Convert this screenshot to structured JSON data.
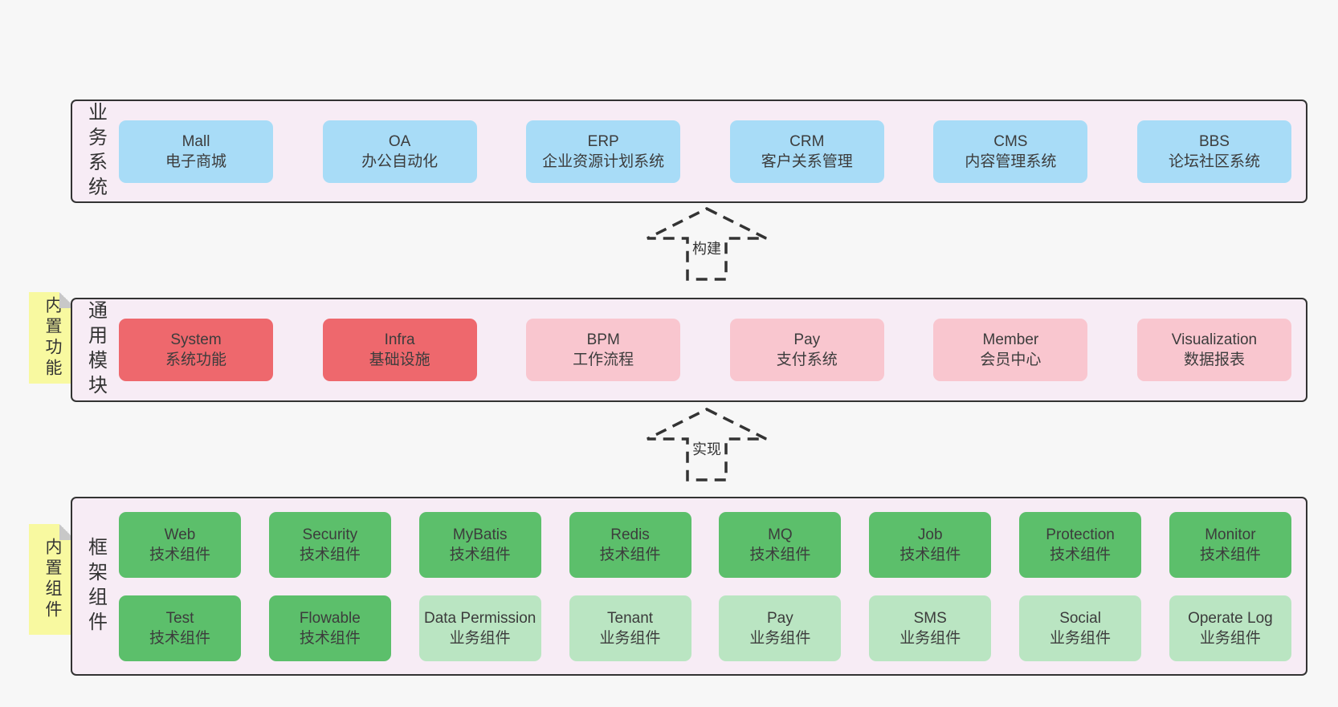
{
  "page": {
    "background": "#f7f7f7"
  },
  "colors": {
    "band_background": "#f7ecf5",
    "band_border": "#333333",
    "blue_box": "#a8dcf7",
    "red_box": "#ee686d",
    "pink_box": "#f9c6cf",
    "green_box": "#5cbf6b",
    "light_green_box": "#bae5c2",
    "sticky_yellow": "#f8f9a0",
    "text": "#3c3c3c"
  },
  "arrows": [
    {
      "label": "构建"
    },
    {
      "label": "实现"
    }
  ],
  "bands": {
    "business": {
      "label": "业务系统",
      "items": [
        {
          "en": "Mall",
          "zh": "电子商城",
          "variant": "blue"
        },
        {
          "en": "OA",
          "zh": "办公自动化",
          "variant": "blue"
        },
        {
          "en": "ERP",
          "zh": "企业资源计划系统",
          "variant": "blue"
        },
        {
          "en": "CRM",
          "zh": "客户关系管理",
          "variant": "blue"
        },
        {
          "en": "CMS",
          "zh": "内容管理系统",
          "variant": "blue"
        },
        {
          "en": "BBS",
          "zh": "论坛社区系统",
          "variant": "blue"
        }
      ]
    },
    "modules": {
      "label": "通用模块",
      "sticky": "内置功能",
      "items": [
        {
          "en": "System",
          "zh": "系统功能",
          "variant": "red"
        },
        {
          "en": "Infra",
          "zh": "基础设施",
          "variant": "red"
        },
        {
          "en": "BPM",
          "zh": "工作流程",
          "variant": "pink"
        },
        {
          "en": "Pay",
          "zh": "支付系统",
          "variant": "pink"
        },
        {
          "en": "Member",
          "zh": "会员中心",
          "variant": "pink"
        },
        {
          "en": "Visualization",
          "zh": "数据报表",
          "variant": "pink"
        }
      ]
    },
    "components": {
      "label": "框架组件",
      "sticky": "内置组件",
      "rows": [
        [
          {
            "en": "Web",
            "zh": "技术组件",
            "variant": "green"
          },
          {
            "en": "Security",
            "zh": "技术组件",
            "variant": "green"
          },
          {
            "en": "MyBatis",
            "zh": "技术组件",
            "variant": "green"
          },
          {
            "en": "Redis",
            "zh": "技术组件",
            "variant": "green"
          },
          {
            "en": "MQ",
            "zh": "技术组件",
            "variant": "green"
          },
          {
            "en": "Job",
            "zh": "技术组件",
            "variant": "green"
          },
          {
            "en": "Protection",
            "zh": "技术组件",
            "variant": "green"
          },
          {
            "en": "Monitor",
            "zh": "技术组件",
            "variant": "green"
          }
        ],
        [
          {
            "en": "Test",
            "zh": "技术组件",
            "variant": "green"
          },
          {
            "en": "Flowable",
            "zh": "技术组件",
            "variant": "green"
          },
          {
            "en": "Data Permission",
            "zh": "业务组件",
            "variant": "light-green"
          },
          {
            "en": "Tenant",
            "zh": "业务组件",
            "variant": "light-green"
          },
          {
            "en": "Pay",
            "zh": "业务组件",
            "variant": "light-green"
          },
          {
            "en": "SMS",
            "zh": "业务组件",
            "variant": "light-green"
          },
          {
            "en": "Social",
            "zh": "业务组件",
            "variant": "light-green"
          },
          {
            "en": "Operate Log",
            "zh": "业务组件",
            "variant": "light-green"
          }
        ]
      ]
    }
  }
}
